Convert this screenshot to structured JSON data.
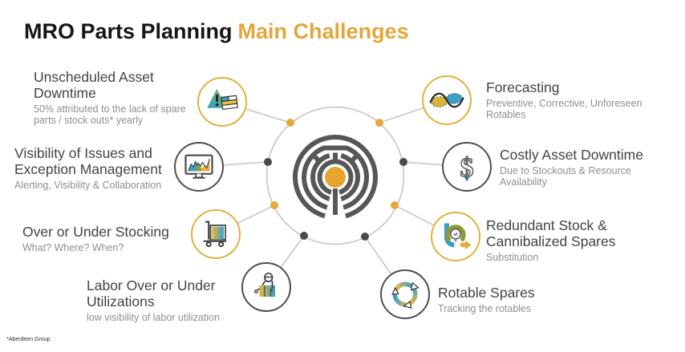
{
  "title": {
    "prefix": "MRO Parts Planning",
    "highlight": "Main Challenges"
  },
  "footnote": "*Aberdeen Group",
  "center": {
    "icon": "maze-icon",
    "meaning": "planning-complexity-hub"
  },
  "items": [
    {
      "title": "Unscheduled Asset Downtime",
      "subtitle": "50% attributed to the lack of spare parts / stock outs* yearly",
      "icon": "alert-money-icon",
      "ring": "gold",
      "side": "left"
    },
    {
      "title": "Visibility of Issues and Exception Management",
      "subtitle": "Alerting, Visibility & Collaboration",
      "icon": "monitor-chart-icon",
      "ring": "dark",
      "side": "left"
    },
    {
      "title": "Over or Under Stocking",
      "subtitle": "What? Where? When?",
      "icon": "hand-truck-icon",
      "ring": "gold",
      "side": "left"
    },
    {
      "title": "Labor Over or Under Utilizations",
      "subtitle": "low visibility of labor utilization",
      "icon": "worker-icon",
      "ring": "dark",
      "side": "left"
    },
    {
      "title": "Forecasting",
      "subtitle": "Preventive, Corrective, Unforeseen Rotables",
      "icon": "forecast-wave-icon",
      "ring": "gold",
      "side": "right"
    },
    {
      "title": "Costly Asset Downtime",
      "subtitle": "Due to Stockouts & Resource Availability",
      "icon": "dollar-icon",
      "ring": "dark",
      "side": "right"
    },
    {
      "title": "Redundant Stock & Cannibalized Spares",
      "subtitle": "Substitution",
      "icon": "bulb-cycle-icon",
      "ring": "gold",
      "side": "right"
    },
    {
      "title": "Rotable Spares",
      "subtitle": "Tracking the rotables",
      "icon": "recycle-icon",
      "ring": "dark",
      "side": "right"
    }
  ],
  "colors": {
    "accent_gold": "#E5A53B",
    "ring_gold": "#E0B13C",
    "ring_dark": "#4E4E4E",
    "teal": "#3B9FC8",
    "olive": "#8C9C3C",
    "yellow": "#E8BC3D",
    "maze_gray": "#575757",
    "maze_center_orange": "#E8A431",
    "heading_text": "#434343",
    "subtitle_text": "#8F8F8F",
    "connector_gray": "#CACACA"
  }
}
